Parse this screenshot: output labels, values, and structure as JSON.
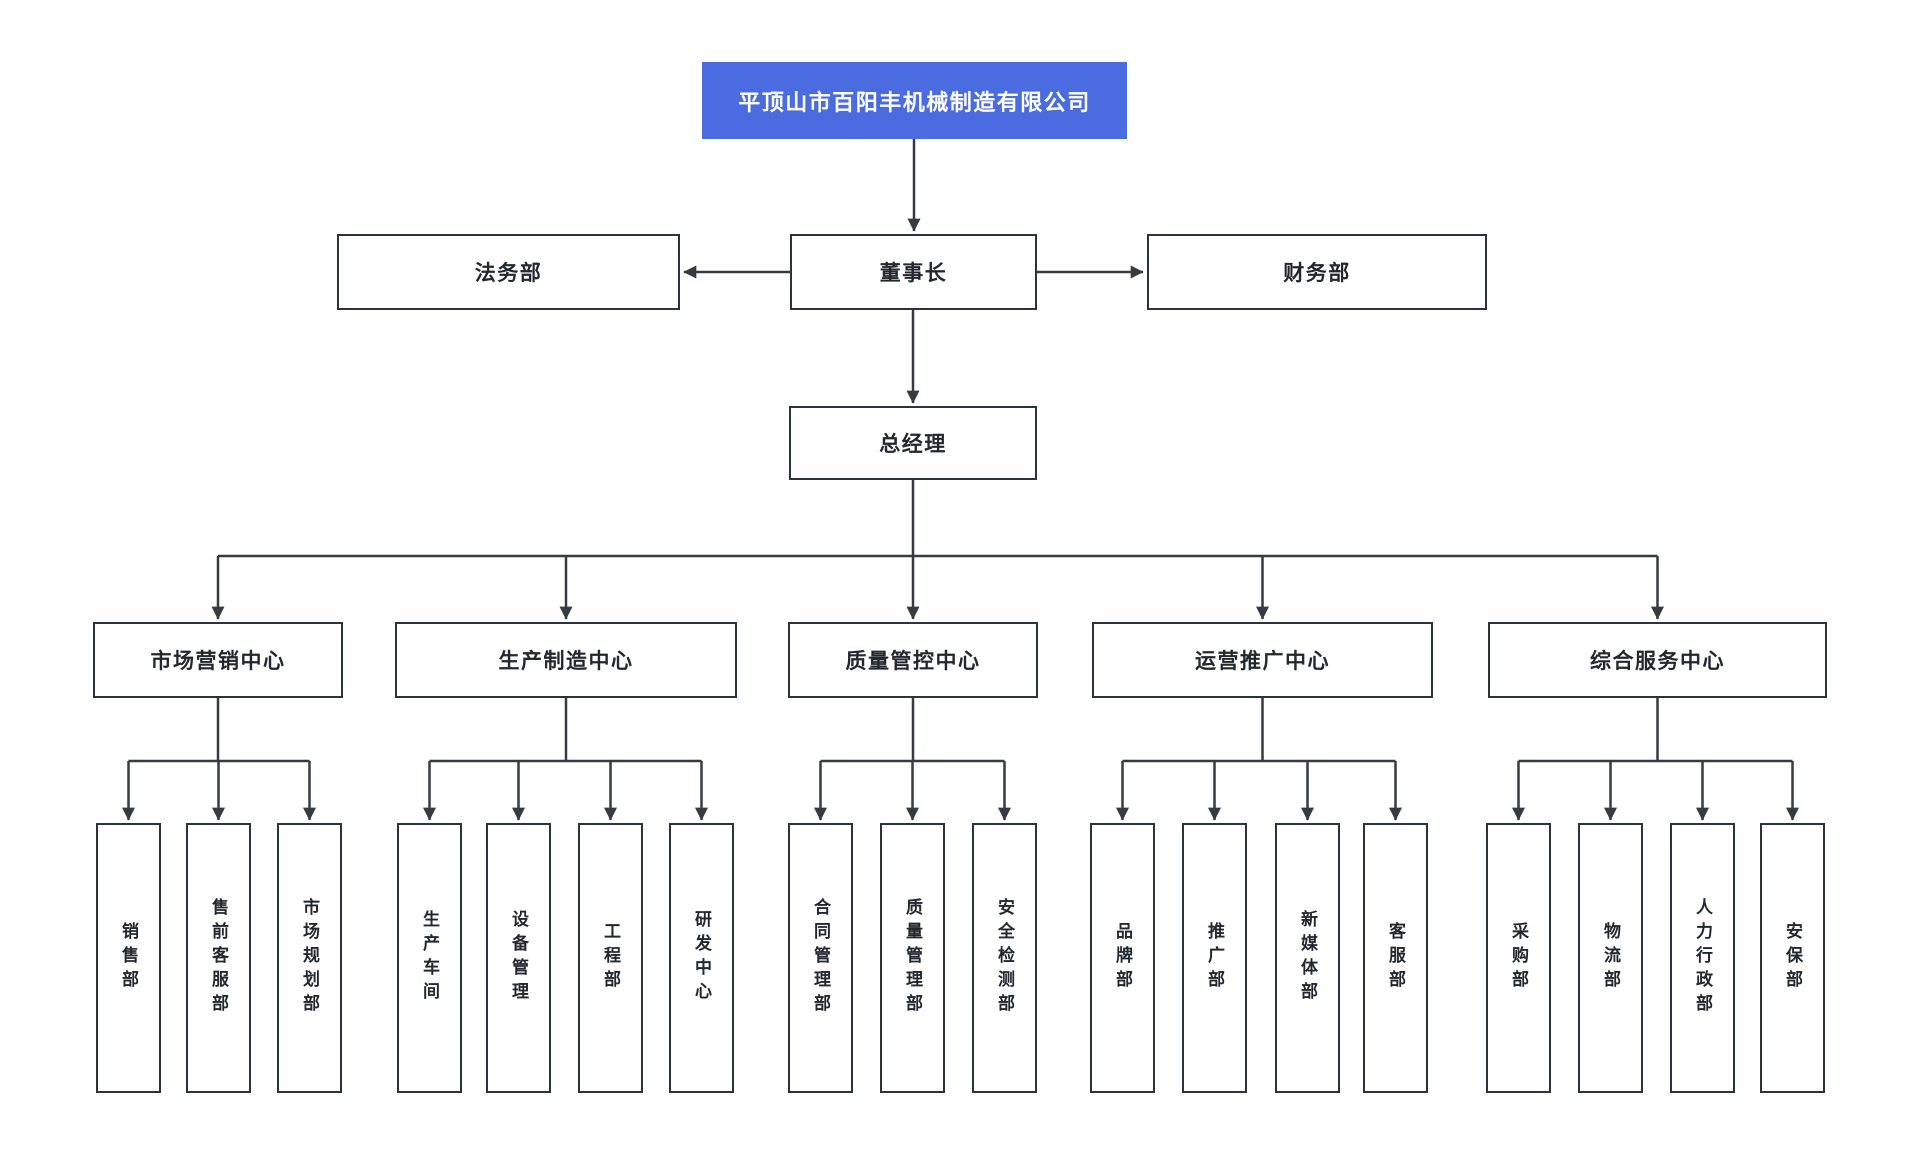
{
  "colors": {
    "accent": "#4b6ce0",
    "root_text": "#ffffff",
    "box_border": "#2d333d",
    "line": "#363b42",
    "text": "#23282e",
    "background": "#ffffff"
  },
  "org": {
    "root": {
      "id": "company-root",
      "label": "平顶山市百阳丰机械制造有限公司"
    },
    "legal": {
      "id": "legal-dept",
      "label": "法务部"
    },
    "chairman": {
      "id": "chairman",
      "label": "董事长"
    },
    "finance": {
      "id": "finance-dept",
      "label": "财务部"
    },
    "general_manager": {
      "id": "general-manager",
      "label": "总经理"
    },
    "centers": [
      {
        "id": "marketing-center",
        "label": "市场营销中心",
        "departments": [
          {
            "id": "sales-dept",
            "label": "销售部"
          },
          {
            "id": "presales-service-dept",
            "label": "售前客服部"
          },
          {
            "id": "market-planning-dept",
            "label": "市场规划部"
          }
        ]
      },
      {
        "id": "production-center",
        "label": "生产制造中心",
        "departments": [
          {
            "id": "production-workshop",
            "label": "生产车间"
          },
          {
            "id": "equipment-management",
            "label": "设备管理"
          },
          {
            "id": "engineering-dept",
            "label": "工程部"
          },
          {
            "id": "rd-center",
            "label": "研发中心"
          }
        ]
      },
      {
        "id": "quality-center",
        "label": "质量管控中心",
        "departments": [
          {
            "id": "contract-management-dept",
            "label": "合同管理部"
          },
          {
            "id": "quality-management-dept",
            "label": "质量管理部"
          },
          {
            "id": "safety-inspection-dept",
            "label": "安全检测部"
          }
        ]
      },
      {
        "id": "operations-center",
        "label": "运营推广中心",
        "departments": [
          {
            "id": "brand-dept",
            "label": "品牌部"
          },
          {
            "id": "promotion-dept",
            "label": "推广部"
          },
          {
            "id": "new-media-dept",
            "label": "新媒体部"
          },
          {
            "id": "customer-service-dept",
            "label": "客服部"
          }
        ]
      },
      {
        "id": "services-center",
        "label": "综合服务中心",
        "departments": [
          {
            "id": "procurement-dept",
            "label": "采购部"
          },
          {
            "id": "logistics-dept",
            "label": "物流部"
          },
          {
            "id": "hr-admin-dept",
            "label": "人力行政部"
          },
          {
            "id": "security-dept",
            "label": "安保部"
          }
        ]
      }
    ]
  }
}
